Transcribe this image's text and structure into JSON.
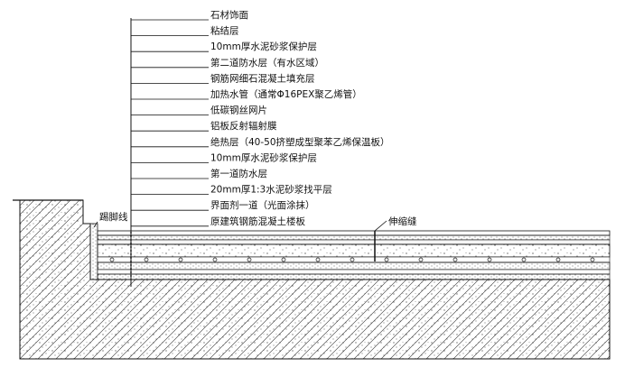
{
  "layers": [
    "石材饰面",
    "粘结层",
    "10mm厚水泥砂浆保护层",
    "第二道防水层（有水区域）",
    "钢筋网细石混凝土填充层",
    "加热水管（通常Φ16PEX聚乙烯管）",
    "低碳钢丝网片",
    "铝板反射辐射膜",
    "绝热层（40-50挤塑成型聚苯乙烯保温板）",
    "10mm厚水泥砂浆保护层",
    "第一道防水层",
    "20mm厚1:3水泥砂浆找平层",
    "界面剂一道（光面涂抹）",
    "原建筑钢筋混凝土楼板"
  ],
  "annotations": {
    "baseboard": "踢脚线",
    "expansion_joint": "伸缩缝"
  },
  "colors": {
    "line": "#111111",
    "background": "#ffffff"
  }
}
